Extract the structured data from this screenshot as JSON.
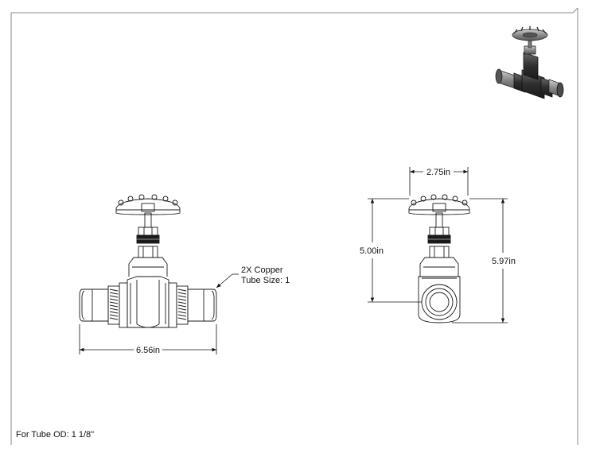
{
  "callout": {
    "line1": "2X Copper",
    "line2": "Tube Size: 1"
  },
  "dimensions": {
    "overall_length": "6.56in",
    "handle_width": "2.75in",
    "height_to_center": "5.00in",
    "overall_height": "5.97in"
  },
  "footer": {
    "text": "For Tube OD: 1 1/8\""
  },
  "colors": {
    "line": "#1a1a1a",
    "frame": "#888888",
    "iso_body": "#3a3a3a",
    "iso_metal": "#9a9a9a"
  }
}
